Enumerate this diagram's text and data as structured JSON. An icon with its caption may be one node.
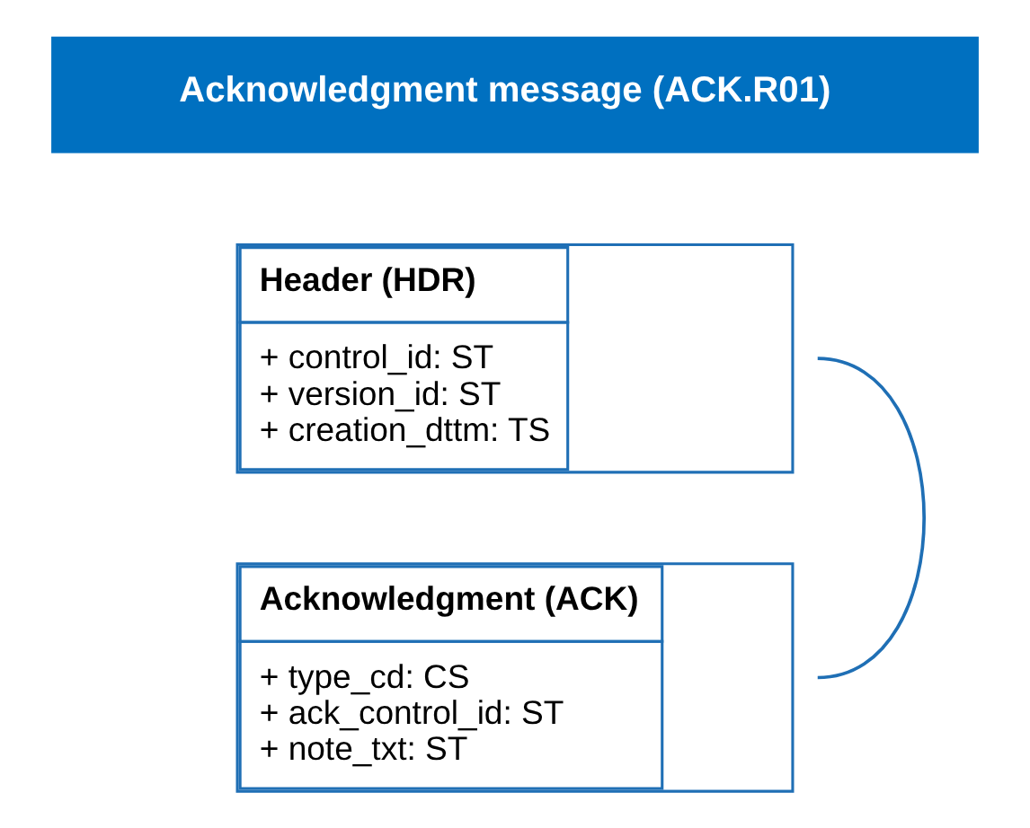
{
  "diagram": {
    "nodes": [
      {
        "text": [
          "Acknowledgment message (ACK.R01)"
        ]
      },
      {
        "text": [
          "Header (HDR)",
          "+ control_id: ST",
          "+ version_id: ST",
          "+ creation_dttm: TS"
        ]
      },
      {
        "text": [
          "Acknowledgment (ACK)",
          "+ type_cd: CS",
          "+ ack_control_id: ST",
          "+ note_txt: ST"
        ]
      }
    ],
    "edges": [
      {
        "from": 1,
        "to": 2,
        "arrow": "none"
      }
    ]
  }
}
